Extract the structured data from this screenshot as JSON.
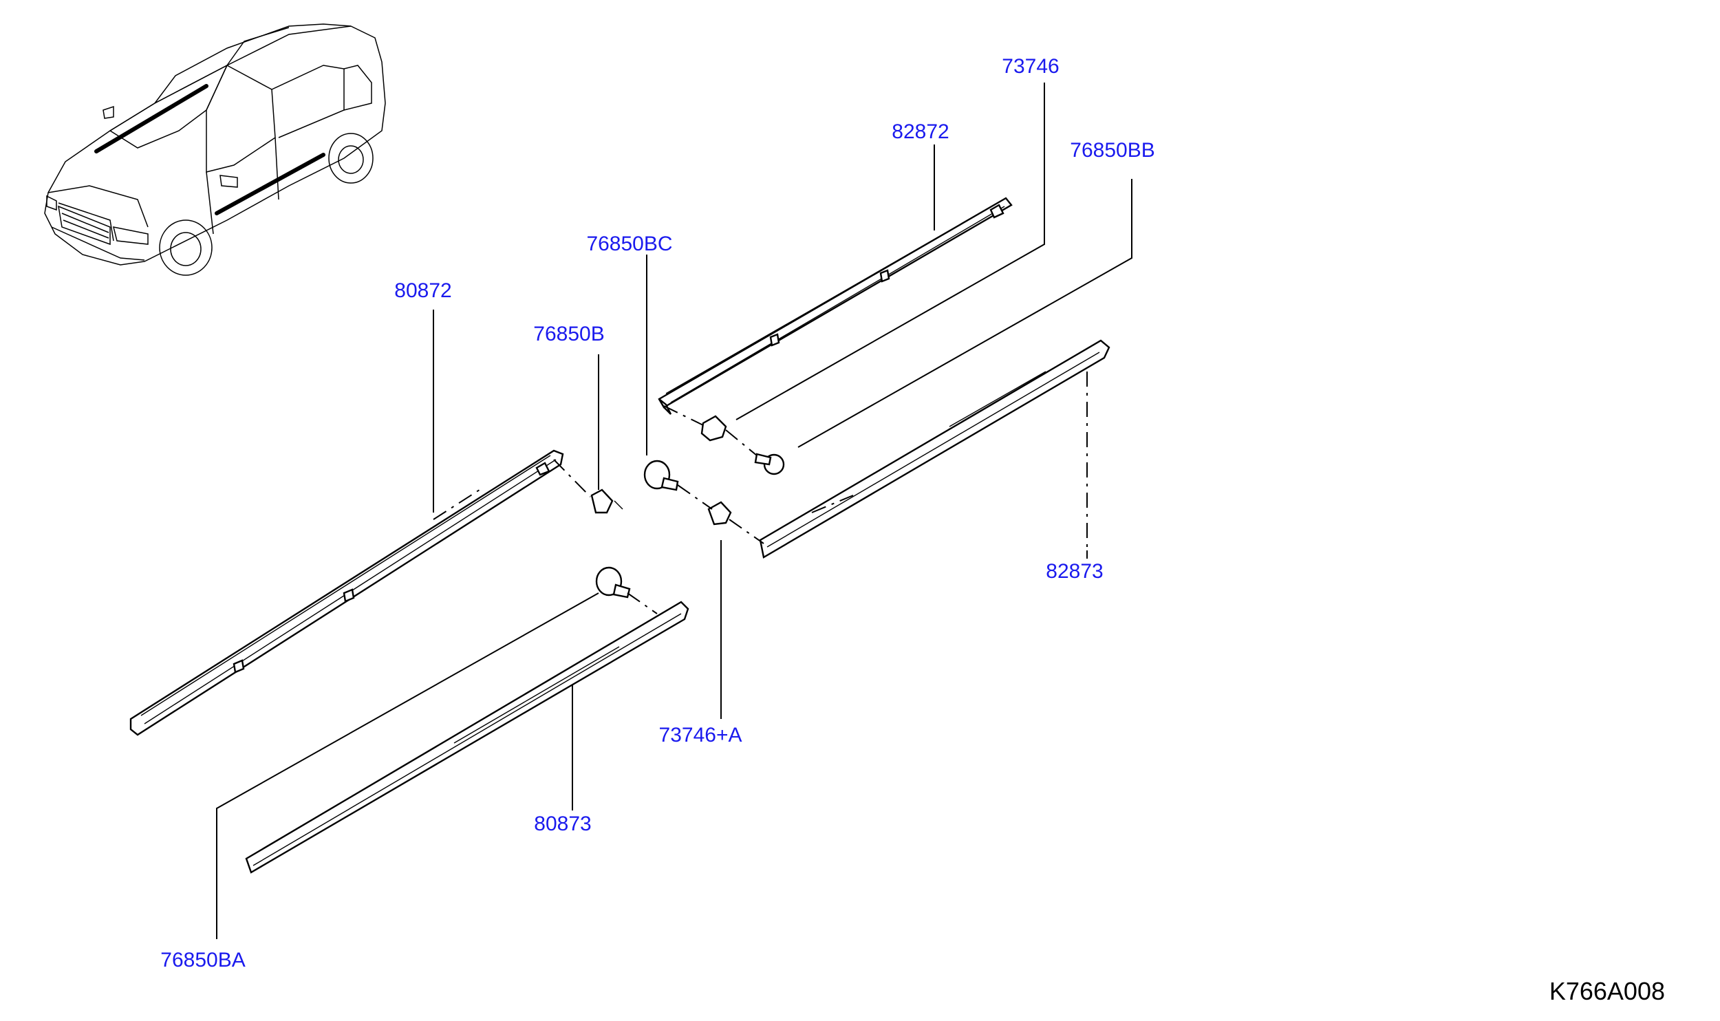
{
  "diagram": {
    "parts": [
      {
        "id": "p73746",
        "label": "73746"
      },
      {
        "id": "p82872",
        "label": "82872"
      },
      {
        "id": "p76850BB",
        "label": "76850BB"
      },
      {
        "id": "p76850BC",
        "label": "76850BC"
      },
      {
        "id": "p80872",
        "label": "80872"
      },
      {
        "id": "p76850B",
        "label": "76850B"
      },
      {
        "id": "p82873",
        "label": "82873"
      },
      {
        "id": "p73746A",
        "label": "73746+A"
      },
      {
        "id": "p80873",
        "label": "80873"
      },
      {
        "id": "p76850BA",
        "label": "76850BA"
      }
    ],
    "drawing_code": "K766A008"
  }
}
